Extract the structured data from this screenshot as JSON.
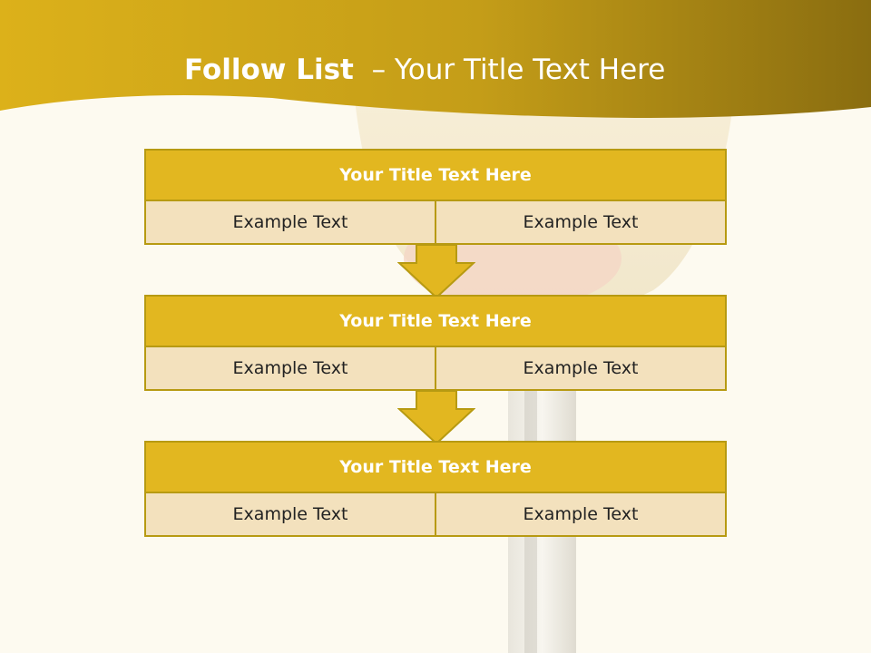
{
  "slide": {
    "title_bold": "Follow List",
    "title_rest": "– Your Title Text Here"
  },
  "steps": [
    {
      "title": "Your Title Text Here",
      "left": "Example Text",
      "right": "Example Text"
    },
    {
      "title": "Your Title Text Here",
      "left": "Example Text",
      "right": "Example Text"
    },
    {
      "title": "Your Title Text Here",
      "left": "Example Text",
      "right": "Example Text"
    }
  ],
  "colors": {
    "header_gold": "#d9ae1a",
    "header_dark": "#8a6d10",
    "block_title": "#e2b720",
    "block_border": "#b79a12",
    "cell_fill": "#f3e1bd",
    "background": "#fdfaf0"
  }
}
